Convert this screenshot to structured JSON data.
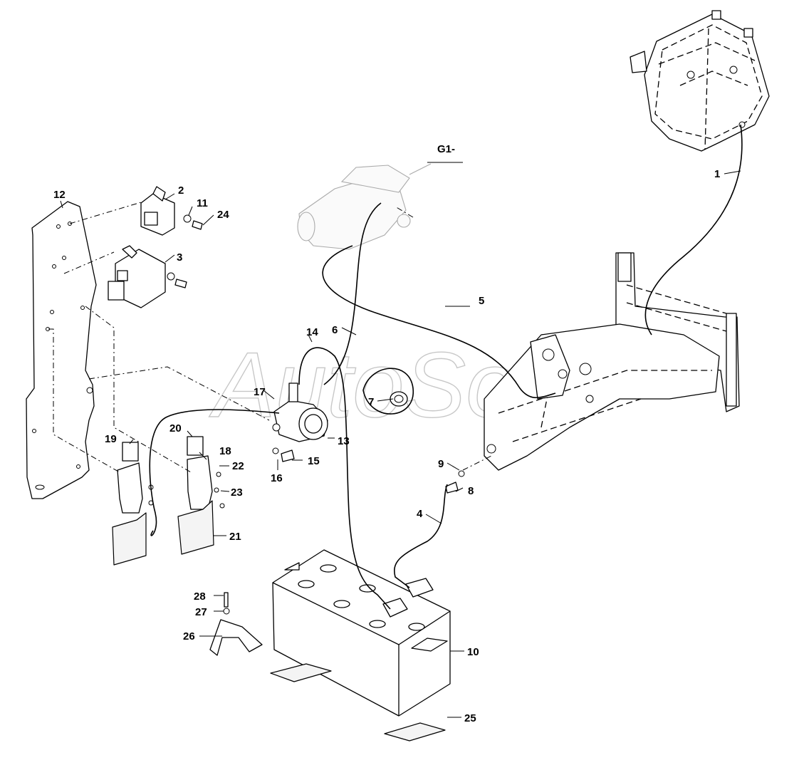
{
  "watermark": "AutoSoft",
  "callouts": {
    "c1": "1",
    "c2": "2",
    "c3": "3",
    "c4": "4",
    "c5": "5",
    "c6": "6",
    "c7": "7",
    "c8": "8",
    "c9": "9",
    "c10": "10",
    "c11": "11",
    "c12": "12",
    "c13": "13",
    "c14": "14",
    "c15": "15",
    "c16": "16",
    "c17": "17",
    "c18": "18",
    "c19": "19",
    "c20": "20",
    "c21": "21",
    "c22": "22",
    "c23": "23",
    "c24": "24",
    "c25": "25",
    "c26": "26",
    "c27": "27",
    "c28": "28",
    "g1": "G1-"
  }
}
